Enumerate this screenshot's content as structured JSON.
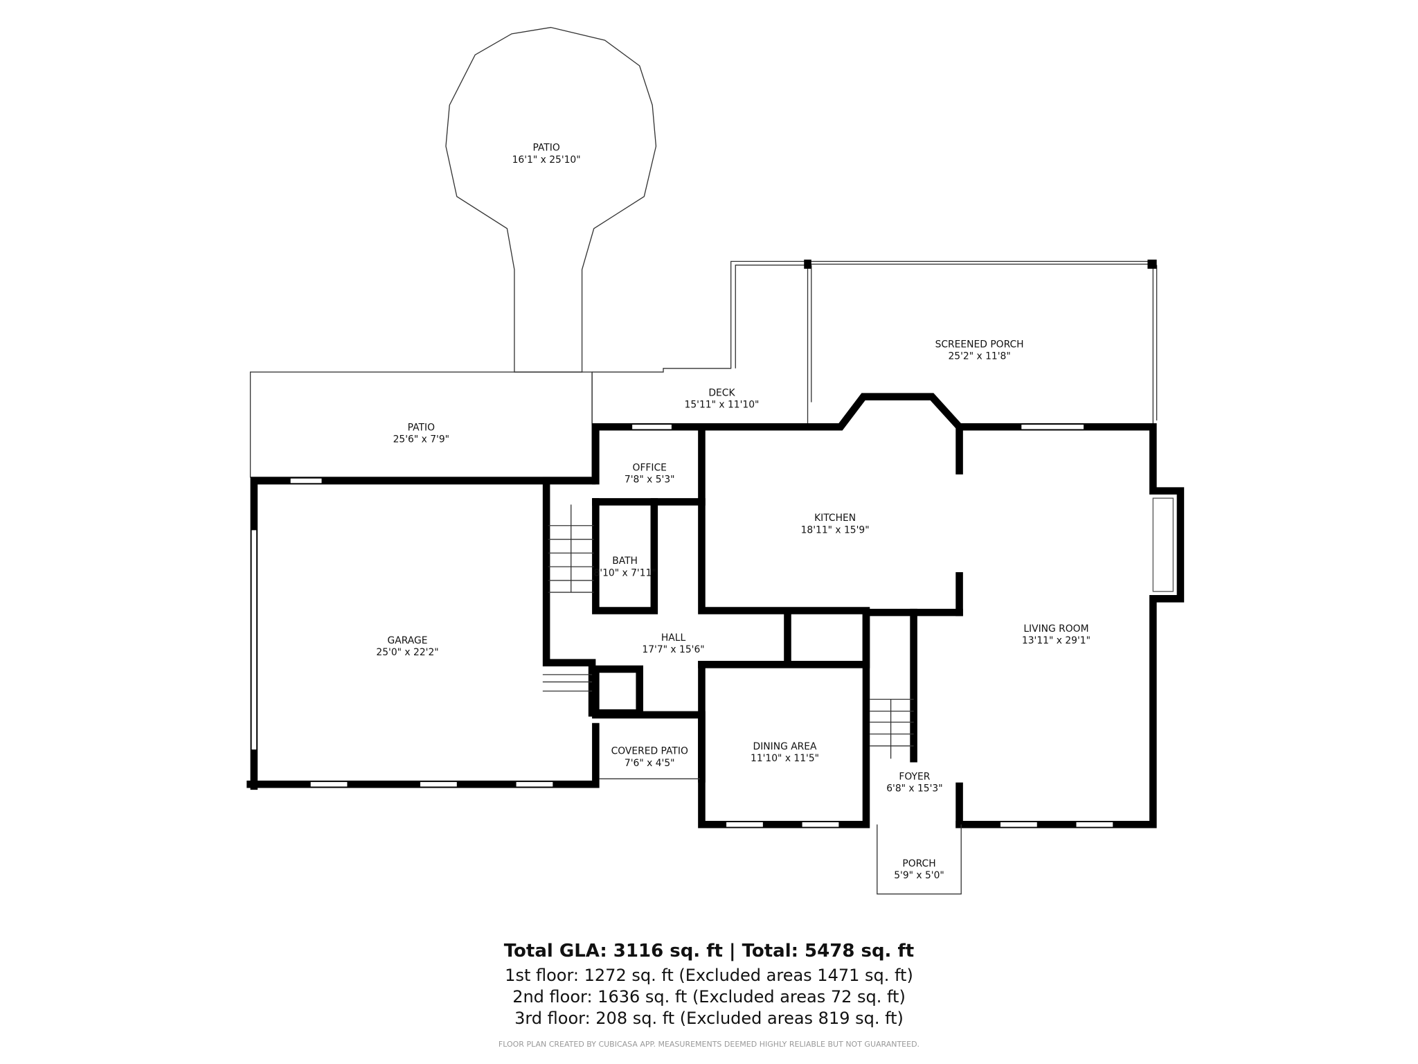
{
  "rooms": {
    "patio_round": {
      "name": "PATIO",
      "dim": "16'1\" x 25'10\""
    },
    "patio": {
      "name": "PATIO",
      "dim": "25'6\" x 7'9\""
    },
    "deck": {
      "name": "DECK",
      "dim": "15'11\" x 11'10\""
    },
    "screened_porch": {
      "name": "SCREENED PORCH",
      "dim": "25'2\" x 11'8\""
    },
    "office": {
      "name": "OFFICE",
      "dim": "7'8\" x 5'3\""
    },
    "kitchen": {
      "name": "KITCHEN",
      "dim": "18'11\" x 15'9\""
    },
    "bath": {
      "name": "BATH",
      "dim": "8'10\" x 7'11\""
    },
    "garage": {
      "name": "GARAGE",
      "dim": "25'0\" x 22'2\""
    },
    "hall": {
      "name": "HALL",
      "dim": "17'7\" x 15'6\""
    },
    "living_room": {
      "name": "LIVING ROOM",
      "dim": "13'11\" x 29'1\""
    },
    "dining_area": {
      "name": "DINING AREA",
      "dim": "11'10\" x 11'5\""
    },
    "covered_patio": {
      "name": "COVERED PATIO",
      "dim": "7'6\" x 4'5\""
    },
    "foyer": {
      "name": "FOYER",
      "dim": "6'8\" x 15'3\""
    },
    "porch": {
      "name": "PORCH",
      "dim": "5'9\" x 5'0\""
    }
  },
  "summary": {
    "total": "Total GLA: 3116 sq. ft | Total: 5478 sq. ft",
    "floor1": "1st floor: 1272 sq. ft (Excluded areas 1471 sq. ft)",
    "floor2": "2nd floor: 1636 sq. ft (Excluded areas 72 sq. ft)",
    "floor3": "3rd floor: 208 sq. ft (Excluded areas 819 sq. ft)"
  },
  "disclaimer": "FLOOR PLAN CREATED BY CUBICASA APP. MEASUREMENTS DEEMED HIGHLY RELIABLE BUT NOT GUARANTEED."
}
